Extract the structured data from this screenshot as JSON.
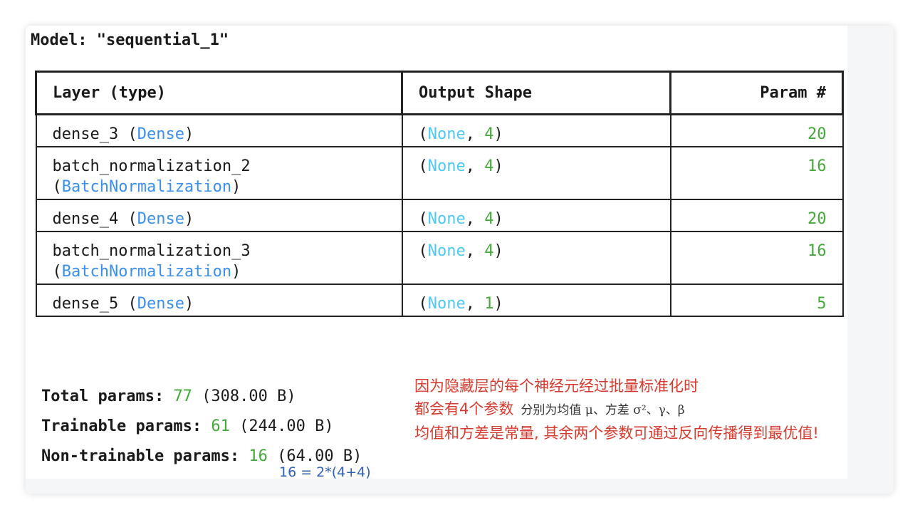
{
  "title": "Model: \"sequential_1\"",
  "table": {
    "headers": [
      "Layer (type)",
      "Output Shape",
      "Param #"
    ],
    "rows": [
      {
        "name": "dense_3",
        "type": "Dense",
        "shape_a": "None",
        "shape_b": "4",
        "params": "20"
      },
      {
        "name": "batch_normalization_2",
        "type": "BatchNormalization",
        "shape_a": "None",
        "shape_b": "4",
        "params": "16"
      },
      {
        "name": "dense_4",
        "type": "Dense",
        "shape_a": "None",
        "shape_b": "4",
        "params": "20"
      },
      {
        "name": "batch_normalization_3",
        "type": "BatchNormalization",
        "shape_a": "None",
        "shape_b": "4",
        "params": "16"
      },
      {
        "name": "dense_5",
        "type": "Dense",
        "shape_a": "None",
        "shape_b": "1",
        "params": "5"
      }
    ]
  },
  "totals": [
    {
      "label": "Total params:",
      "value": "77",
      "size": "(308.00 B)"
    },
    {
      "label": "Trainable params:",
      "value": "61",
      "size": "(244.00 B)"
    },
    {
      "label": "Non-trainable params:",
      "value": "16",
      "size": "(64.00 B)"
    }
  ],
  "annotation": {
    "line1": "因为隐藏层的每个神经元经过批量标准化时",
    "line2": "都会有4个参数",
    "line2_detail": "分别为均值 μ、方差 σ²、γ、β",
    "line3": "均值和方差是常量, 其余两个参数可通过反向传播得到最优值!",
    "formula": "16 = 2*(4+4)"
  },
  "colors": {
    "type": "#3a8ff0",
    "none": "#4fc8f5",
    "number": "#44a83a",
    "annotation": "#d63b2f",
    "formula": "#2e5fb5"
  }
}
